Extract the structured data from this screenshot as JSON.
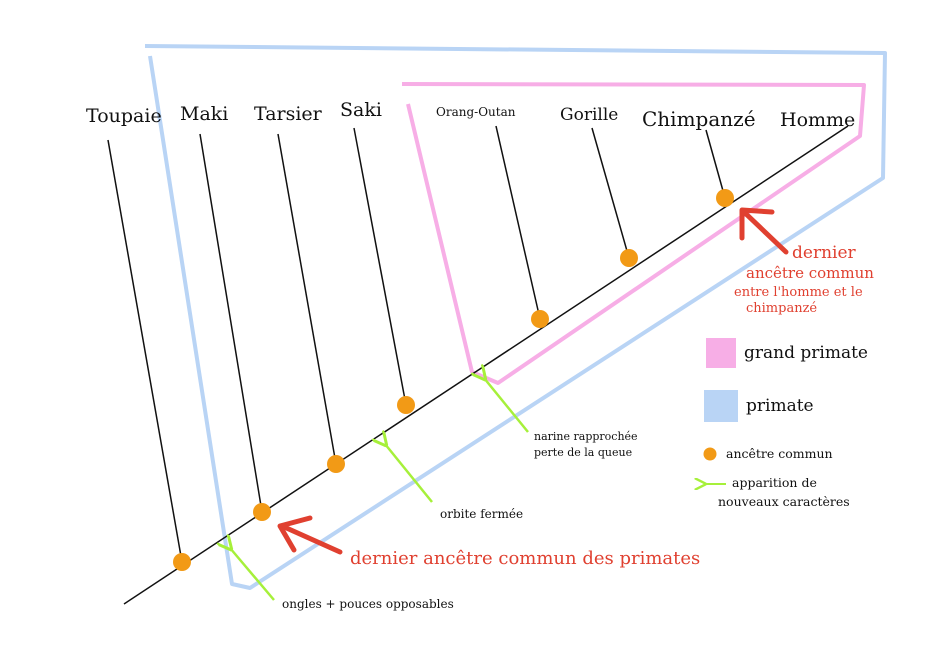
{
  "colors": {
    "primate": "#b9d4f5",
    "great_ape": "#f7aee6",
    "ancestor": "#f29a16",
    "new_trait": "#a6f03a",
    "last_common_ancestor": "#e04030",
    "line": "#111111"
  },
  "taxa": [
    {
      "name": "Toupaie"
    },
    {
      "name": "Maki"
    },
    {
      "name": "Tarsier"
    },
    {
      "name": "Saki"
    },
    {
      "name": "Orang-Outan"
    },
    {
      "name": "Gorille"
    },
    {
      "name": "Chimpanzé"
    },
    {
      "name": "Homme"
    }
  ],
  "traits": {
    "nails": "ongles + pouces opposables",
    "orbit": "orbite fermée",
    "nose_tail_line1": "narine rapprochée",
    "nose_tail_line2": "perte de la queue"
  },
  "annotations": {
    "primates_ancestor": "dernier ancêtre commun des primates",
    "human_chimp_line1": "dernier",
    "human_chimp_line2": "ancêtre commun",
    "human_chimp_line3": "entre l'homme et le",
    "human_chimp_line4": "chimpanzé"
  },
  "legend": {
    "great_ape": "grand primate",
    "primate": "primate",
    "ancestor": "ancêtre commun",
    "new_trait_line1": "apparition de",
    "new_trait_line2": "nouveaux caractères"
  }
}
